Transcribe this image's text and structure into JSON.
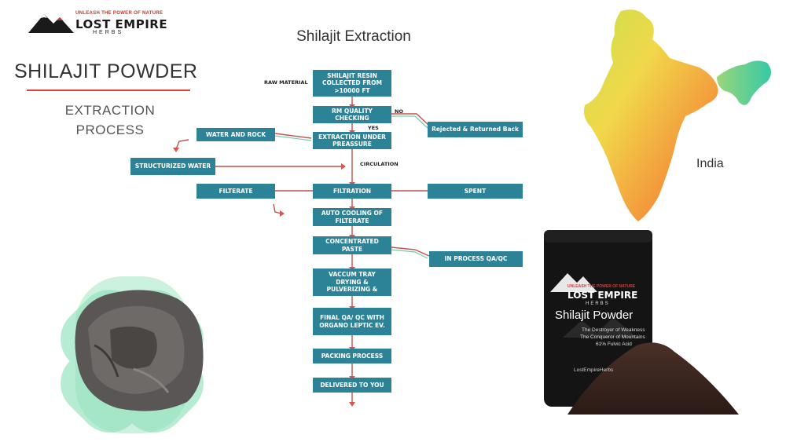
{
  "logo": {
    "tagline": "UNLEASH THE POWER OF NATURE",
    "name": "LOST EMPIRE",
    "subname": "HERBS"
  },
  "heading": {
    "title": "SHILAJIT POWDER",
    "subtitle_line1": "EXTRACTION",
    "subtitle_line2": "PROCESS"
  },
  "diagram": {
    "title": "Shilajit Extraction",
    "labels": {
      "raw_material": "RAW MATERIAL",
      "no": "NO",
      "yes": "YES",
      "circulation": "CIRCULATION"
    },
    "steps": {
      "resin": "SHILAJIT RESIN COLLECTED FROM >10000 FT",
      "rm_quality": "RM QUALITY CHECKING",
      "rejected": "Rejected & Returned Back",
      "water_rock": "WATER AND ROCK",
      "extraction": "EXTRACTION UNDER PREASSURE",
      "structurized_water": "STRUCTURIZED WATER",
      "filterate": "FILTERATE",
      "filtration": "FILTRATION",
      "spent": "SPENT",
      "auto_cooling": "AUTO COOLING OF FILTERATE",
      "concentrated": "CONCENTRATED PASTE",
      "in_process_qa": "IN PROCESS QA/QC",
      "vacuum": "VACCUM TRAY DRYING & PULVERIZING &",
      "final_qa": "FINAL QA/ QC WITH ORGANO LEPTIC EV.",
      "packing": "PACKING PROCESS",
      "delivered": "DELIVERED TO YOU"
    },
    "colors": {
      "box": "#2c8398",
      "arrow": "#d9534f",
      "connector_red": "#c0504d",
      "connector_green": "#7cc8a8"
    }
  },
  "map": {
    "label": "India"
  },
  "package": {
    "tagline": "UNLEASH THE POWER OF NATURE",
    "brand": "LOST EMPIRE",
    "brand_sub": "HERBS",
    "product": "Shilajit Powder",
    "line1": "The Destroyer of Weakness",
    "line2": "The Conqueror of Mountains",
    "line3": "61% Fulvic Acid",
    "website": "LostEmpireHerbs"
  }
}
